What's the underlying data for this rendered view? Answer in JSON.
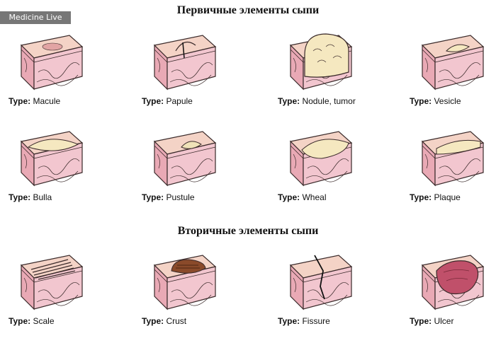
{
  "watermark": "Medicine Live",
  "sections": [
    {
      "title": "Первичные элементы сыпи"
    },
    {
      "title": "Вторичные элементы сыпи"
    }
  ],
  "type_prefix": "Type:",
  "items": [
    {
      "name": "Macule"
    },
    {
      "name": "Papule"
    },
    {
      "name": "Nodule, tumor"
    },
    {
      "name": "Vesicle"
    },
    {
      "name": "Bulla"
    },
    {
      "name": "Pustule"
    },
    {
      "name": "Wheal"
    },
    {
      "name": "Plaque"
    },
    {
      "name": "Scale"
    },
    {
      "name": "Crust"
    },
    {
      "name": "Fissure"
    },
    {
      "name": "Ulcer"
    }
  ],
  "colors": {
    "skin_top": "#f4d3c6",
    "skin_side": "#e9a9b5",
    "dermis": "#f2c6cf",
    "outline": "#3a2a2a",
    "lesion_fill": "#f5e8c0",
    "crust": "#8a4a2a",
    "ulcer": "#c0506a"
  }
}
